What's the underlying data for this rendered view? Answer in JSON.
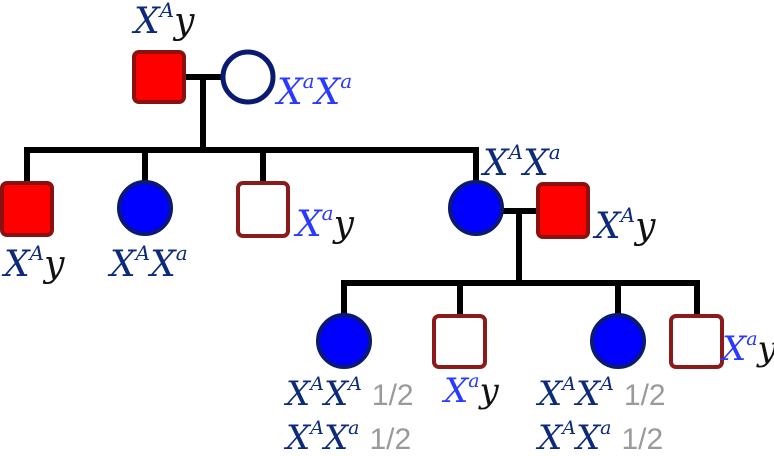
{
  "colors": {
    "affected_male_fill": "#ff0000",
    "affected_male_stroke": "#8b1010",
    "unaffected_male_stroke": "#8b1a1a",
    "affected_female_fill": "#0000ff",
    "female_stroke": "#0a1a70",
    "unaffected_female_fill": "#ffffff",
    "genotype_dark": "#0d2a7a",
    "genotype_bright": "#2a39ff",
    "fraction": "#9a9a9a",
    "line": "#000000"
  },
  "pedigree": {
    "generation1": {
      "father": {
        "status": "affected",
        "sex": "male",
        "genotype": {
          "x_main": "X",
          "x_sup": "A",
          "y": "y"
        }
      },
      "mother": {
        "status": "unaffected",
        "sex": "female",
        "genotype": {
          "x1": "X",
          "x1_sup": "a",
          "x2": "X",
          "x2_sup": "a"
        }
      }
    },
    "generation2": [
      {
        "sex": "male",
        "status": "affected",
        "genotype": {
          "x_main": "X",
          "x_sup": "A",
          "y": "y"
        }
      },
      {
        "sex": "female",
        "status": "affected",
        "genotype": {
          "x1": "X",
          "x1_sup": "A",
          "x2": "X",
          "x2_sup": "a"
        }
      },
      {
        "sex": "male",
        "status": "unaffected",
        "genotype": {
          "x_main": "X",
          "x_sup": "a",
          "y": "y"
        }
      },
      {
        "sex": "female",
        "status": "affected",
        "genotype": {
          "x1": "X",
          "x1_sup": "A",
          "x2": "X",
          "x2_sup": "a"
        }
      }
    ],
    "generation2_spouse": {
      "sex": "male",
      "status": "affected",
      "genotype": {
        "x_main": "X",
        "x_sup": "A",
        "y": "y"
      }
    },
    "generation3": [
      {
        "sex": "female",
        "status": "affected",
        "options": [
          {
            "x1": "X",
            "x1_sup": "A",
            "x2": "X",
            "x2_sup": "A",
            "prob": "1/2"
          },
          {
            "x1": "X",
            "x1_sup": "A",
            "x2": "X",
            "x2_sup": "a",
            "prob": "1/2"
          }
        ]
      },
      {
        "sex": "male",
        "status": "unaffected",
        "genotype": {
          "x_main": "X",
          "x_sup": "a",
          "y": "y"
        }
      },
      {
        "sex": "female",
        "status": "affected",
        "options": [
          {
            "x1": "X",
            "x1_sup": "A",
            "x2": "X",
            "x2_sup": "A",
            "prob": "1/2"
          },
          {
            "x1": "X",
            "x1_sup": "A",
            "x2": "X",
            "x2_sup": "a",
            "prob": "1/2"
          }
        ]
      },
      {
        "sex": "male",
        "status": "unaffected",
        "genotype": {
          "x_main": "X",
          "x_sup": "a",
          "y": "y"
        }
      }
    ]
  }
}
